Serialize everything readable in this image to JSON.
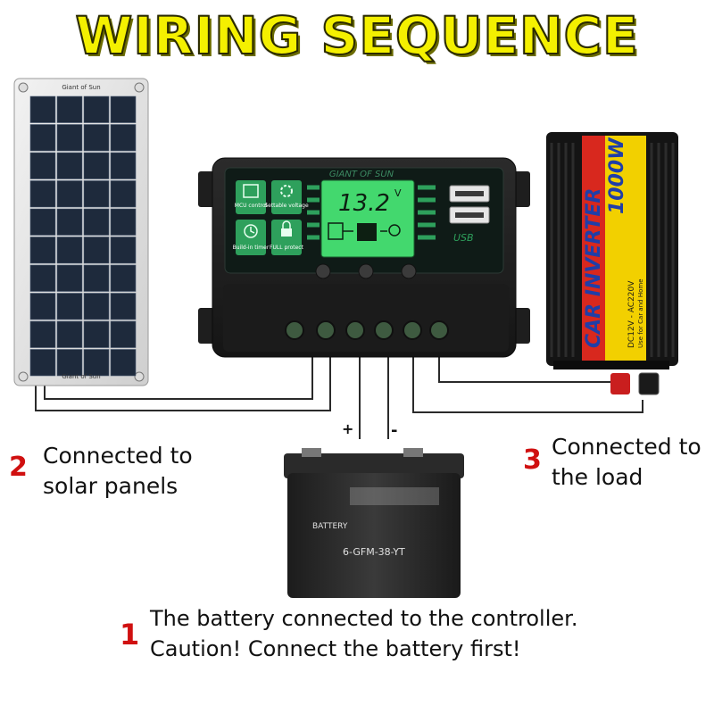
{
  "title": "WIRING SEQUENCE",
  "solar_panel": {
    "brand_top": "Giant of Sun",
    "brand_bottom": "Giant of Sun"
  },
  "controller": {
    "brand": "GIANT OF SUN",
    "display_value": "13.2",
    "display_unit": "V",
    "usb_label": "USB",
    "features": [
      {
        "label": "MCU control",
        "icon": "chip-icon"
      },
      {
        "label": "Settable voltage",
        "icon": "gear-icon"
      },
      {
        "label": "Build-in timer",
        "icon": "clock-icon"
      },
      {
        "label": "FULL protect",
        "icon": "lock-icon"
      }
    ]
  },
  "inverter": {
    "name": "CAR INVERTER",
    "power": "1000W",
    "spec_1": "DC12V - AC220V",
    "spec_2": "Use for Car and Home"
  },
  "battery": {
    "brand": "BATTERY",
    "model": "6-GFM-38-YT",
    "plus": "+",
    "minus": "-"
  },
  "steps": [
    {
      "number": "1",
      "line1": "The battery connected to the controller.",
      "line2": "Caution! Connect the battery first!"
    },
    {
      "number": "2",
      "line1": "Connected to",
      "line2": "solar panels"
    },
    {
      "number": "3",
      "line1": "Connected to",
      "line2": "the load"
    }
  ],
  "colors": {
    "title_fill": "#f4f000",
    "step_number": "#d01010",
    "panel_cell": "#1e2a3c",
    "display_green": "#3cd26a",
    "inverter_yellow": "#f2d000",
    "inverter_red": "#d8281e"
  }
}
